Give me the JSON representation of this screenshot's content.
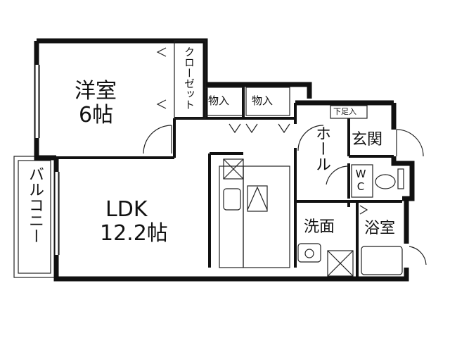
{
  "rooms": {
    "western_room": {
      "name": "洋室",
      "size": "6帖"
    },
    "closet": "クローゼット",
    "storage_1": "物入",
    "storage_2": "物入",
    "shoe_storage": "下足入",
    "hall": "ホール",
    "entrance": "玄関",
    "toilet": "WC",
    "balcony": "バルコニー",
    "ldk": {
      "name": "LDK",
      "size": "12.2帖"
    },
    "washroom": "洗面",
    "bathroom": "浴室"
  },
  "colors": {
    "wall": "#111111",
    "line": "#222222",
    "background": "#ffffff"
  }
}
